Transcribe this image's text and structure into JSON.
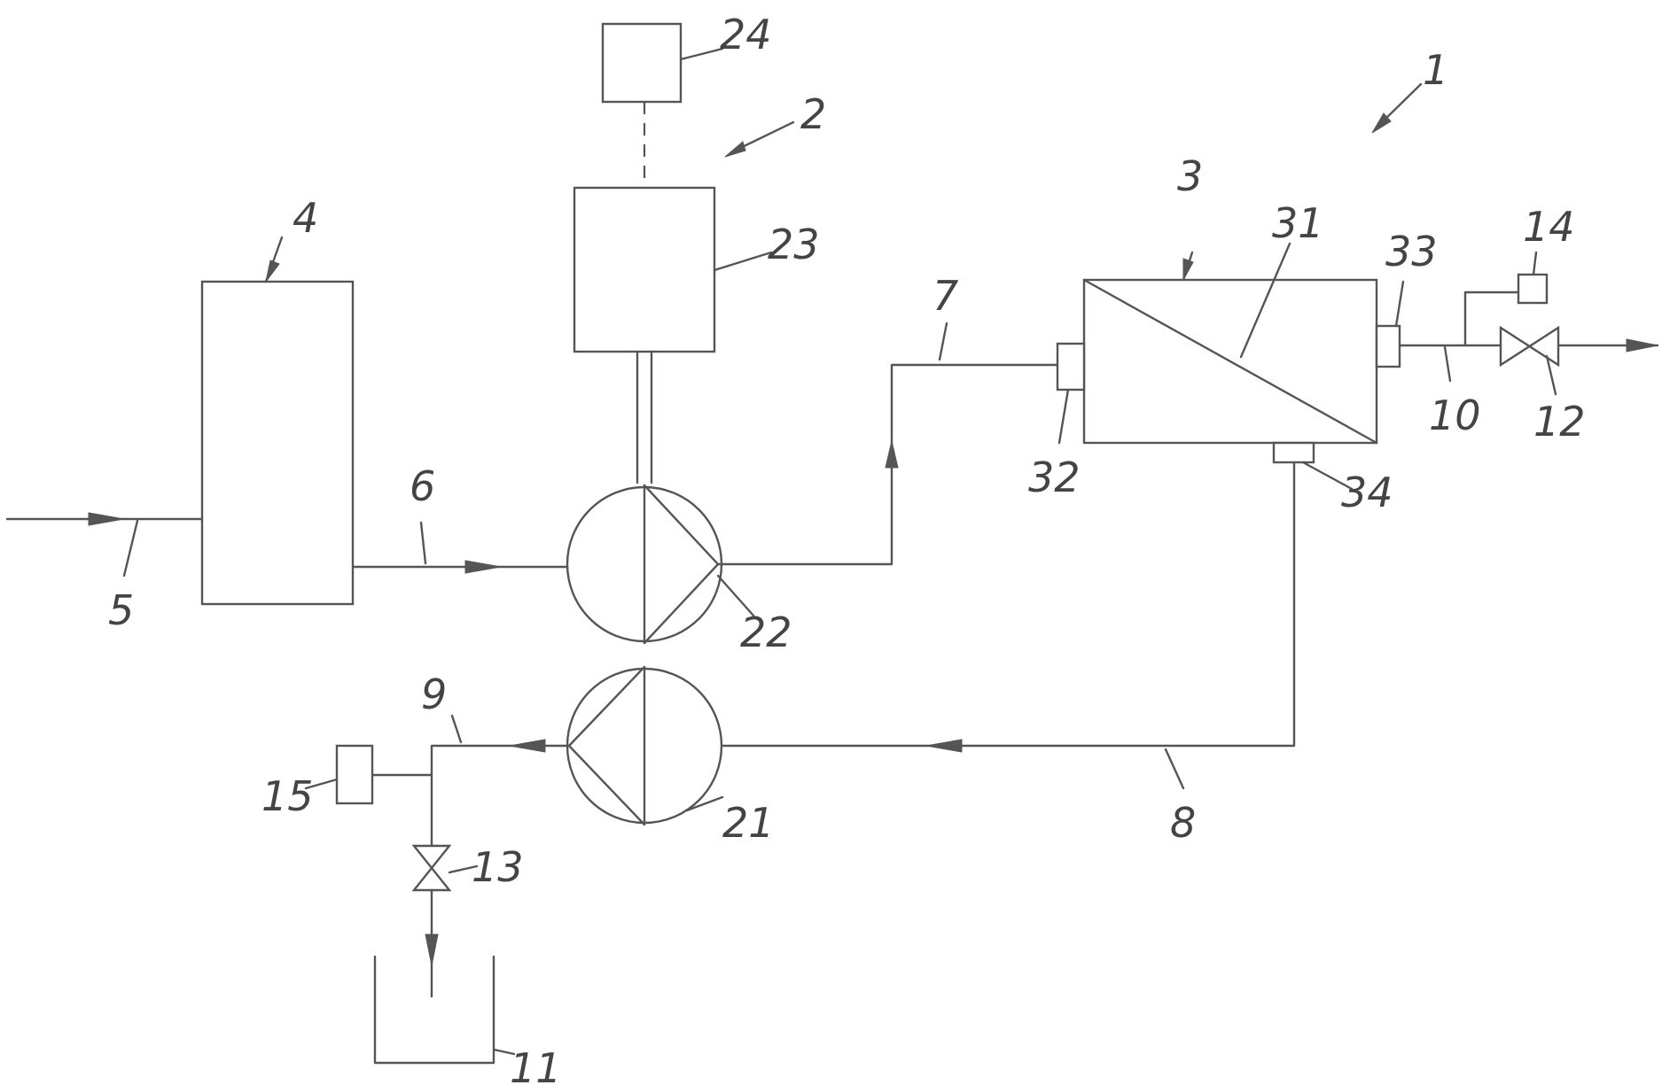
{
  "labels": {
    "system": "1",
    "unit": "2",
    "separator": "3",
    "tank": "4",
    "feed_line": "5",
    "line_6": "6",
    "line_7": "7",
    "line_8": "8",
    "line_9": "9",
    "line_10": "10",
    "vessel": "11",
    "valve_12": "12",
    "valve_13": "13",
    "sensor_14": "14",
    "sensor_15": "15",
    "pump_21": "21",
    "pump_22": "22",
    "motor": "23",
    "controller": "24",
    "membrane": "31",
    "port_32": "32",
    "port_33": "33",
    "port_34": "34"
  },
  "colors": {
    "line": "#555555",
    "text": "#444444",
    "background": "#ffffff"
  }
}
